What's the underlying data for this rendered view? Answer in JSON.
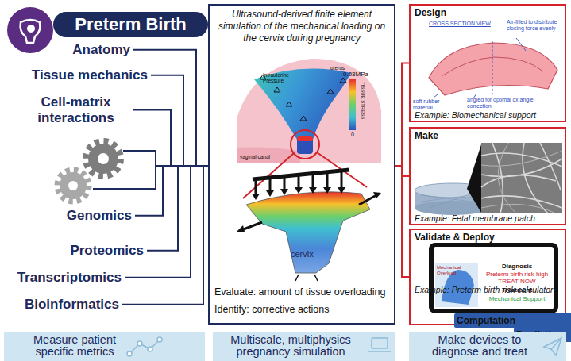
{
  "diagram": {
    "nodes": [
      {
        "text": [
          "Preterm Birth"
        ]
      },
      {
        "text": [
          "Anatomy"
        ]
      },
      {
        "text": [
          "Tissue mechanics"
        ]
      },
      {
        "text": [
          "Cell-matrix interactions"
        ]
      },
      {
        "text": [
          "Genomics"
        ]
      },
      {
        "text": [
          "Proteomics"
        ]
      },
      {
        "text": [
          "Transcriptomics"
        ]
      },
      {
        "text": [
          "Bioinformatics"
        ]
      },
      {
        "text": [
          "Ultrasound-derived finite element simulation of the mechanical loading on the cervix during pregnancy",
          "Evaluate: amount of tissue overloading",
          "Identify: corrective actions"
        ]
      },
      {
        "text": [
          "Design",
          "Example: Biomechanical support"
        ]
      },
      {
        "text": [
          "Make",
          "Example: Fetal membrane patch"
        ]
      },
      {
        "text": [
          "Validate & Deploy",
          "Example: Preterm birth risk calculator"
        ]
      },
      {
        "text": [
          "Computation"
        ],
        "in": 11
      },
      {
        "text": [
          "Prediction"
        ],
        "in": 11
      },
      {
        "text": [
          "Measure patient specific metrics"
        ]
      },
      {
        "text": [
          "Multiscale, multiphysics pregnancy simulation"
        ]
      },
      {
        "text": [
          "Make devices to diagnose and treat"
        ]
      }
    ],
    "edges": [
      {
        "from": 1,
        "to": 8,
        "arrow": "none"
      },
      {
        "from": 2,
        "to": 8,
        "arrow": "none"
      },
      {
        "from": 3,
        "to": 8,
        "arrow": "none"
      },
      {
        "from": 4,
        "to": 8,
        "arrow": "none"
      },
      {
        "from": 5,
        "to": 8,
        "arrow": "none"
      },
      {
        "from": 6,
        "to": 8,
        "arrow": "none"
      },
      {
        "from": 7,
        "to": 8,
        "arrow": "none"
      },
      {
        "from": 8,
        "to": 9,
        "arrow": "none"
      },
      {
        "from": 8,
        "to": 10,
        "arrow": "none"
      },
      {
        "from": 8,
        "to": 11,
        "arrow": "none"
      }
    ],
    "labels": [
      "Intrauterine Pressure",
      "uterus",
      "vaginal canal",
      "0.03MPa",
      "TISSUE STRESS",
      "0",
      "cervix",
      "CROSS SECTION VIEW",
      "Air-filled to distribute closing force evenly",
      "soft rubber material",
      "angled for optimal cx angle correction",
      "Diagnosis",
      "Preterm birth risk high TREAT NOW",
      "Treatment",
      "Mechanical Support",
      "Mechanical Overload"
    ]
  }
}
